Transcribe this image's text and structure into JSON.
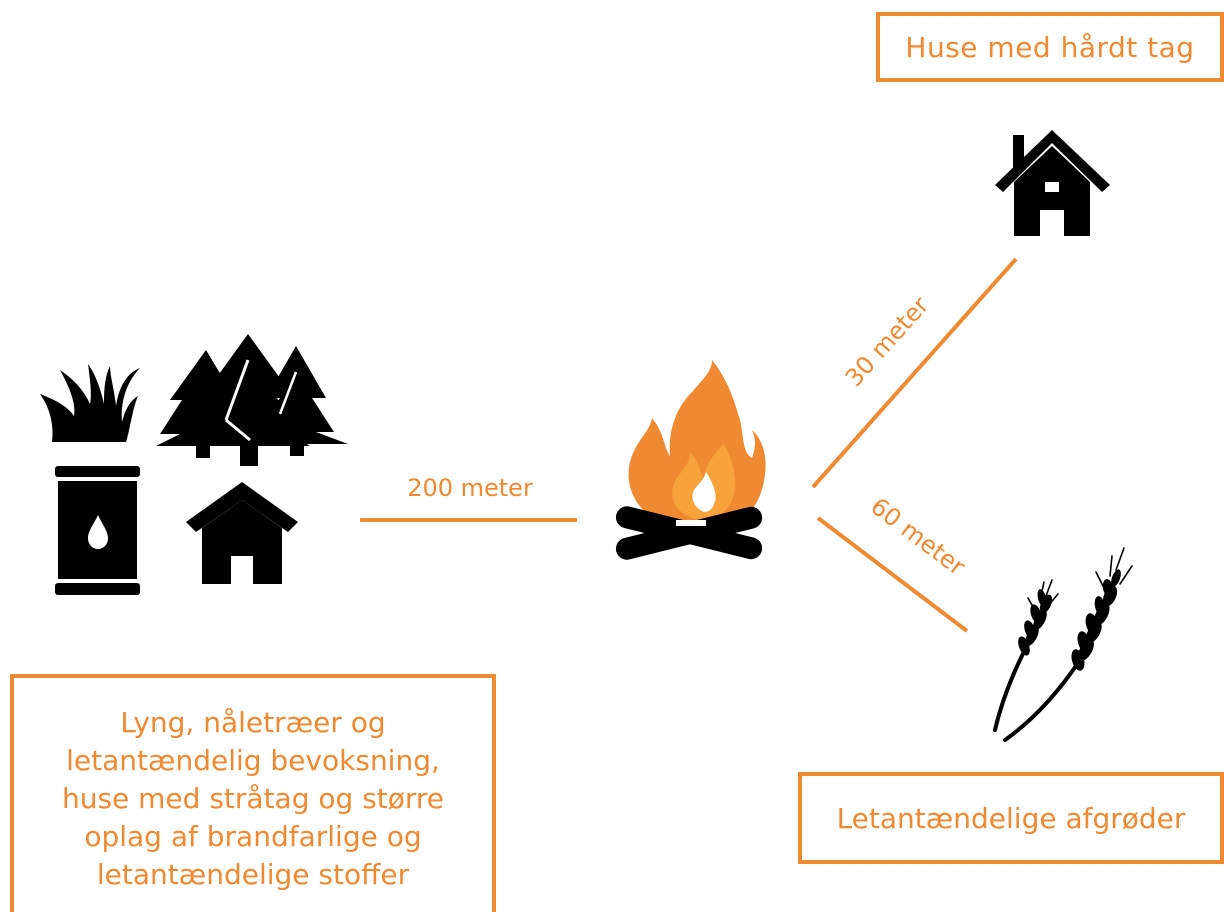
{
  "labels": {
    "hard_roof_houses": "Huse med hårdt tag",
    "flammable_vegetation": [
      "Lyng, nåletræer og",
      "letantændelig bevoksning,",
      "huse med stråtag og større",
      "oplag af brandfarlige og",
      "letantændelige stoffer"
    ],
    "flammable_crops": "Letantændelige afgrøder"
  },
  "distances": {
    "vegetation": "200 meter",
    "hard_roof": "30 meter",
    "crops": "60 meter"
  },
  "icons": {
    "center": "campfire-icon",
    "hard_roof": "house-with-chimney-icon",
    "vegetation": [
      "grass-icon",
      "pine-trees-icon",
      "oil-barrel-icon",
      "house-icon"
    ],
    "crops": "wheat-icon"
  },
  "colors": {
    "accent": "#F08A32",
    "fire_light": "#F7A23A",
    "icon": "#000000"
  }
}
